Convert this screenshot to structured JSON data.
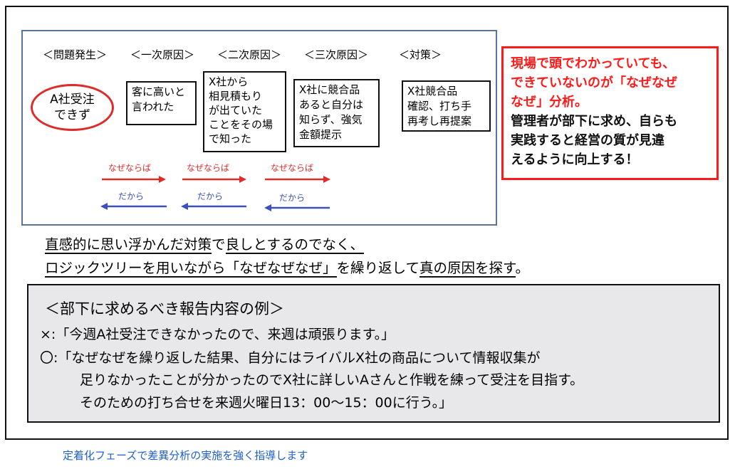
{
  "diagram": {
    "headers": [
      "＜問題発生＞",
      "＜一次原因＞",
      "＜二次原因＞",
      "＜三次原因＞",
      "＜対策＞"
    ],
    "problem": [
      "A社受注",
      "できず"
    ],
    "causes": [
      [
        "客に高いと",
        "言われた"
      ],
      [
        "X社から",
        "相見積もり",
        "が出ていた",
        "ことをその場",
        "で知った"
      ],
      [
        "X社に競合品",
        "あると自分は",
        "知らず、強気",
        "金額提示"
      ]
    ],
    "countermeasure": [
      "X社競合品",
      "確認、打ち手",
      "再考し再提案"
    ],
    "forward_label": "なぜならば",
    "backward_label": "だから",
    "colors": {
      "forward": "#e02b2b",
      "backward": "#3b4fc0",
      "frame": "#5a7398"
    }
  },
  "callout": {
    "red_lines": [
      "現場で頭でわかっていても、",
      "できていないのが「なぜなぜ",
      "なぜ」分析。"
    ],
    "black_lines": [
      "管理者が部下に求め、自らも",
      "実践すると経営の質が見違",
      "えるように向上する！"
    ]
  },
  "statement": {
    "line1_a": "直感的に思い浮かんだ対策",
    "line1_b": "で",
    "line1_c": "良しとするのでなく、",
    "line2_a": "ロジックツリーを用いながら",
    "line2_b": "「なぜなぜなぜ」",
    "line2_c": "を繰り返して",
    "line2_d": "真の原因を探す",
    "line2_e": "。"
  },
  "example_box": {
    "title": "＜部下に求めるべき報告内容の例＞",
    "bad_mark": "×:",
    "bad": "「今週A社受注できなかったので、来週は頑張ります。」",
    "good_mark": "〇:",
    "good_1": "「なぜなぜを繰り返した結果、自分にはライバルX社の商品について情報収集が",
    "good_2": "足りなかったことが分かったのでX社に詳しいAさんと作戦を練って受注を目指す。",
    "good_3": "そのための打ち合せを来週火曜日13：00～15：00に行う。」"
  },
  "footer": "定着化フェーズで差異分析の実施を強く指導します"
}
